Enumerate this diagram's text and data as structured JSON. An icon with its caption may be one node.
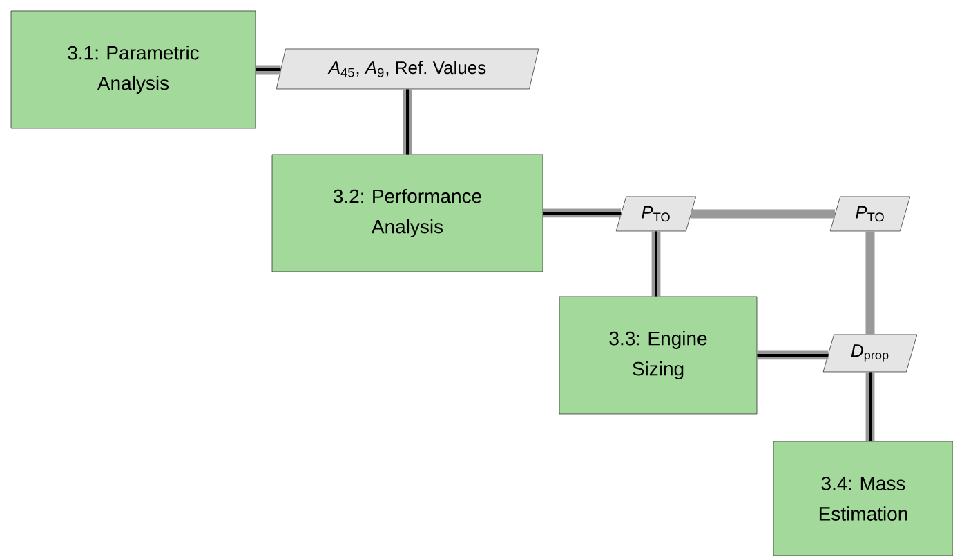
{
  "diagram": {
    "nodes": [
      {
        "text": [
          "3.1: Parametric Analysis"
        ]
      },
      {
        "text": [
          "*A*$_{45}$, *A*$_{9}$, Ref. Values"
        ]
      },
      {
        "text": [
          "3.2: Performance Analysis"
        ]
      },
      {
        "text": [
          "*P*$_{TO}$"
        ]
      },
      {
        "text": [
          "*P*$_{TO}$"
        ]
      },
      {
        "text": [
          "3.3: Engine Sizing"
        ]
      },
      {
        "text": [
          "*D*$_{prop}$"
        ]
      },
      {
        "text": [
          "3.4: Mass Estimation"
        ]
      }
    ],
    "edges": [
      {
        "from": 0,
        "to": 1,
        "arrow": "none"
      },
      {
        "from": 1,
        "to": 2,
        "arrow": "none"
      },
      {
        "from": 2,
        "to": 3,
        "arrow": "none"
      },
      {
        "from": 3,
        "to": 5,
        "arrow": "none"
      },
      {
        "from": 3,
        "to": 4,
        "arrow": "none",
        "color": "#999999"
      },
      {
        "from": 4,
        "to": 6,
        "arrow": "none",
        "color": "#999999"
      },
      {
        "from": 5,
        "to": 6,
        "arrow": "none"
      },
      {
        "from": 6,
        "to": 7,
        "arrow": "none"
      }
    ]
  }
}
